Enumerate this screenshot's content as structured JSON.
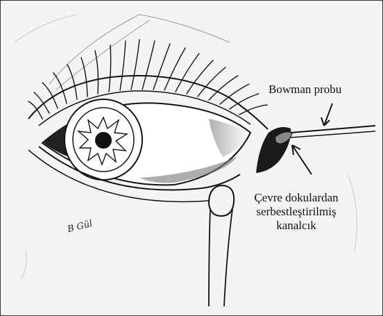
{
  "labels": {
    "probe": "Bowman probu",
    "canal_line1": "Çevre dokulardan",
    "canal_line2": "serbestleştirilmiş",
    "canal_line3": "kanalcık"
  },
  "signature": "B Gül",
  "colors": {
    "ink": "#111111",
    "paper": "#f4f4f2",
    "shade": "#555555"
  }
}
